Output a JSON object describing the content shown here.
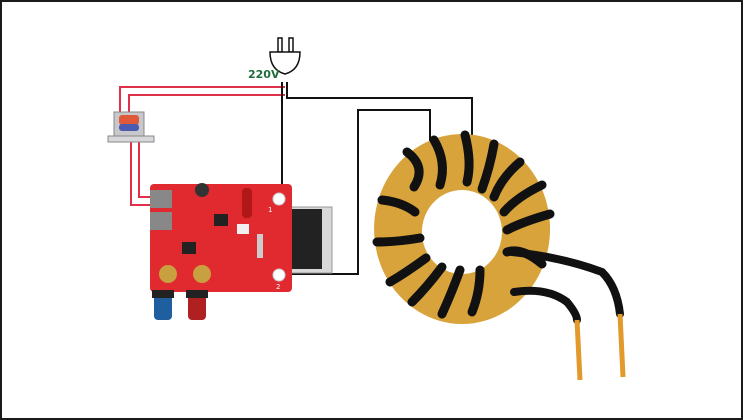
{
  "diagram": {
    "voltage_label": "220V",
    "terminal_labels": [
      "1",
      "2"
    ],
    "colors": {
      "wire_black": "#111111",
      "wire_red": "#e0304a",
      "board": "#e02a30",
      "toroid": "#d9a33c",
      "lead": "#e39a2c"
    }
  }
}
